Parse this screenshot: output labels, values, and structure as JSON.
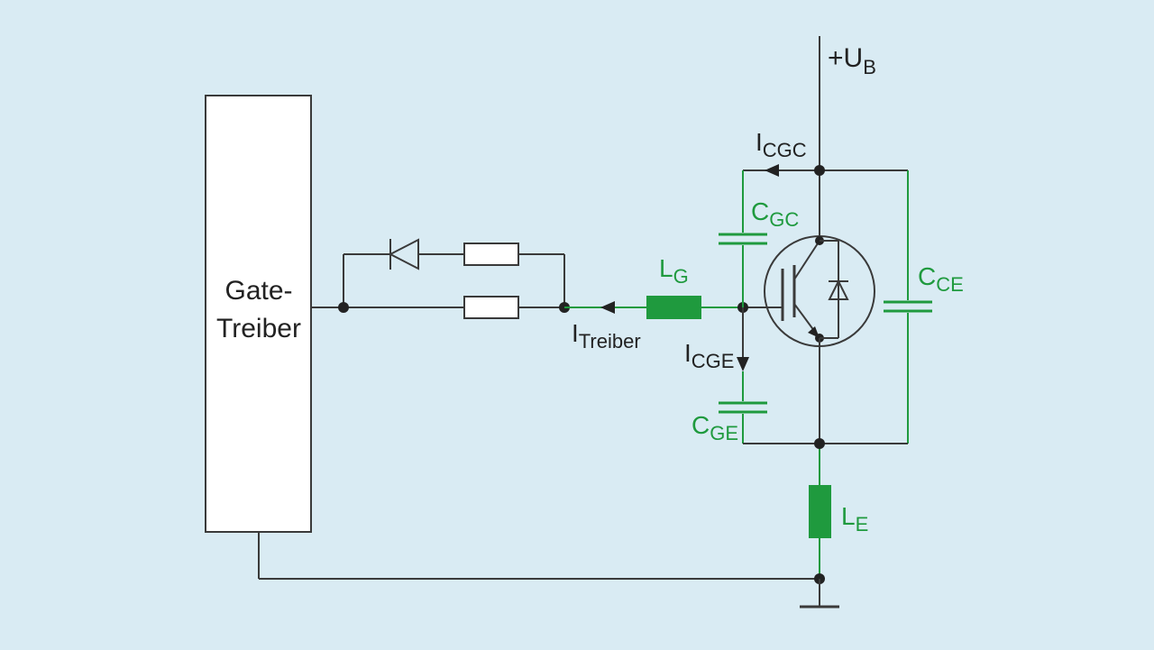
{
  "colors": {
    "background": "#d9ebf3",
    "wire": "#3a3a3a",
    "parasitic": "#1f9a3e",
    "box_fill": "#ffffff"
  },
  "driver": {
    "line1": "Gate-",
    "line2": "Treiber"
  },
  "labels": {
    "supply_main": "+U",
    "supply_sub": "B",
    "i_cgc_main": "I",
    "i_cgc_sub": "CGC",
    "c_gc_main": "C",
    "c_gc_sub": "GC",
    "c_ce_main": "C",
    "c_ce_sub": "CE",
    "l_g_main": "L",
    "l_g_sub": "G",
    "i_treiber_main": "I",
    "i_treiber_sub": "Treiber",
    "i_cge_main": "I",
    "i_cge_sub": "CGE",
    "c_ge_main": "C",
    "c_ge_sub": "GE",
    "l_e_main": "L",
    "l_e_sub": "E"
  }
}
